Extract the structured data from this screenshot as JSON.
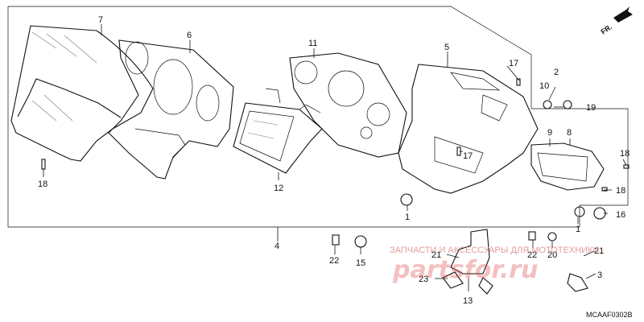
{
  "diagram": {
    "callouts": {
      "c7": "7",
      "c6": "6",
      "c11": "11",
      "c5": "5",
      "c17a": "17",
      "c2": "2",
      "c10": "10",
      "c19": "19",
      "c9": "9",
      "c8": "8",
      "c18a": "18",
      "c18b": "18",
      "c18c": "18",
      "c16": "16",
      "c17b": "17",
      "c12": "12",
      "c1a": "1",
      "c1b": "1",
      "c4": "4",
      "c22a": "22",
      "c15": "15",
      "c22b": "22",
      "c20": "20",
      "c21a": "21",
      "c21b": "21",
      "c23": "23",
      "c13": "13",
      "c3": "3"
    },
    "direction_label": "FR.",
    "reference_code": "MCAAF0302B",
    "watermark_text": "ЗАПЧАСТИ И АКСЕССУАРЫ ДЛЯ МОТОТЕХНИКИ",
    "watermark_logo": "partsfor.ru"
  }
}
